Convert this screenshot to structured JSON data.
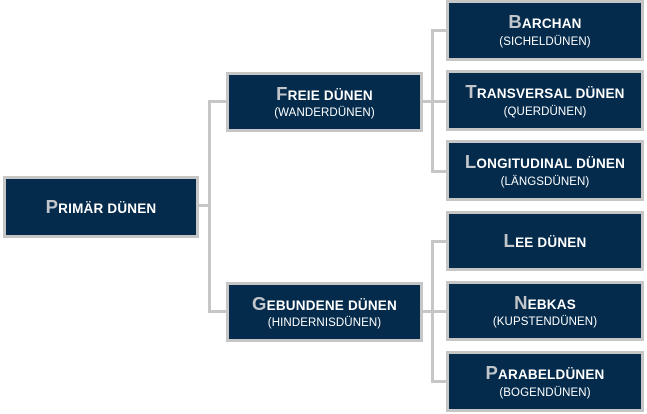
{
  "diagram": {
    "type": "hierarchy-tree",
    "orientation": "left-to-right",
    "background_color": "#ffffff",
    "node_fill_color": "#042b4c",
    "node_border_color": "#c6c6c6",
    "connector_color": "#c6c6c6",
    "text_color": "#ffffff",
    "dropcap_color": "#c2c6cb"
  },
  "nodes": {
    "root": {
      "title_cap": "P",
      "title_rest": "RIMÄR DÜNEN",
      "title_full": "Primär Dünen",
      "subtitle": ""
    },
    "branch_free": {
      "title_cap": "F",
      "title_rest": "REIE DÜNEN",
      "title_full": "Freie Dünen",
      "subtitle": "(WANDERDÜNEN)"
    },
    "branch_bound": {
      "title_cap": "G",
      "title_rest": "EBUNDENE DÜNEN",
      "title_full": "Gebundene Dünen",
      "subtitle": "(HINDERNISDÜNEN)"
    },
    "leaf_barchan": {
      "title_cap": "B",
      "title_rest": "ARCHAN",
      "title_full": "Barchan",
      "subtitle": "(SICHELDÜNEN)"
    },
    "leaf_transversal": {
      "title_cap": "T",
      "title_rest": "RANSVERSAL DÜNEN",
      "title_full": "Transversal Dünen",
      "subtitle": "(QUERDÜNEN)"
    },
    "leaf_longitudinal": {
      "title_cap": "L",
      "title_rest": "ONGITUDINAL DÜNEN",
      "title_full": "Longitudinal Dünen",
      "subtitle": "(LÄNGSDÜNEN)"
    },
    "leaf_lee": {
      "title_cap": "L",
      "title_rest": "EE DÜNEN",
      "title_full": "Lee Dünen",
      "subtitle": ""
    },
    "leaf_nebkas": {
      "title_cap": "N",
      "title_rest": "EBKAS",
      "title_full": "Nebkas",
      "subtitle": "(KUPSTENDÜNEN)"
    },
    "leaf_parabel": {
      "title_cap": "P",
      "title_rest": "ARABELDÜNEN",
      "title_full": "Parabeldünen",
      "subtitle": "(BOGENDÜNEN)"
    }
  }
}
